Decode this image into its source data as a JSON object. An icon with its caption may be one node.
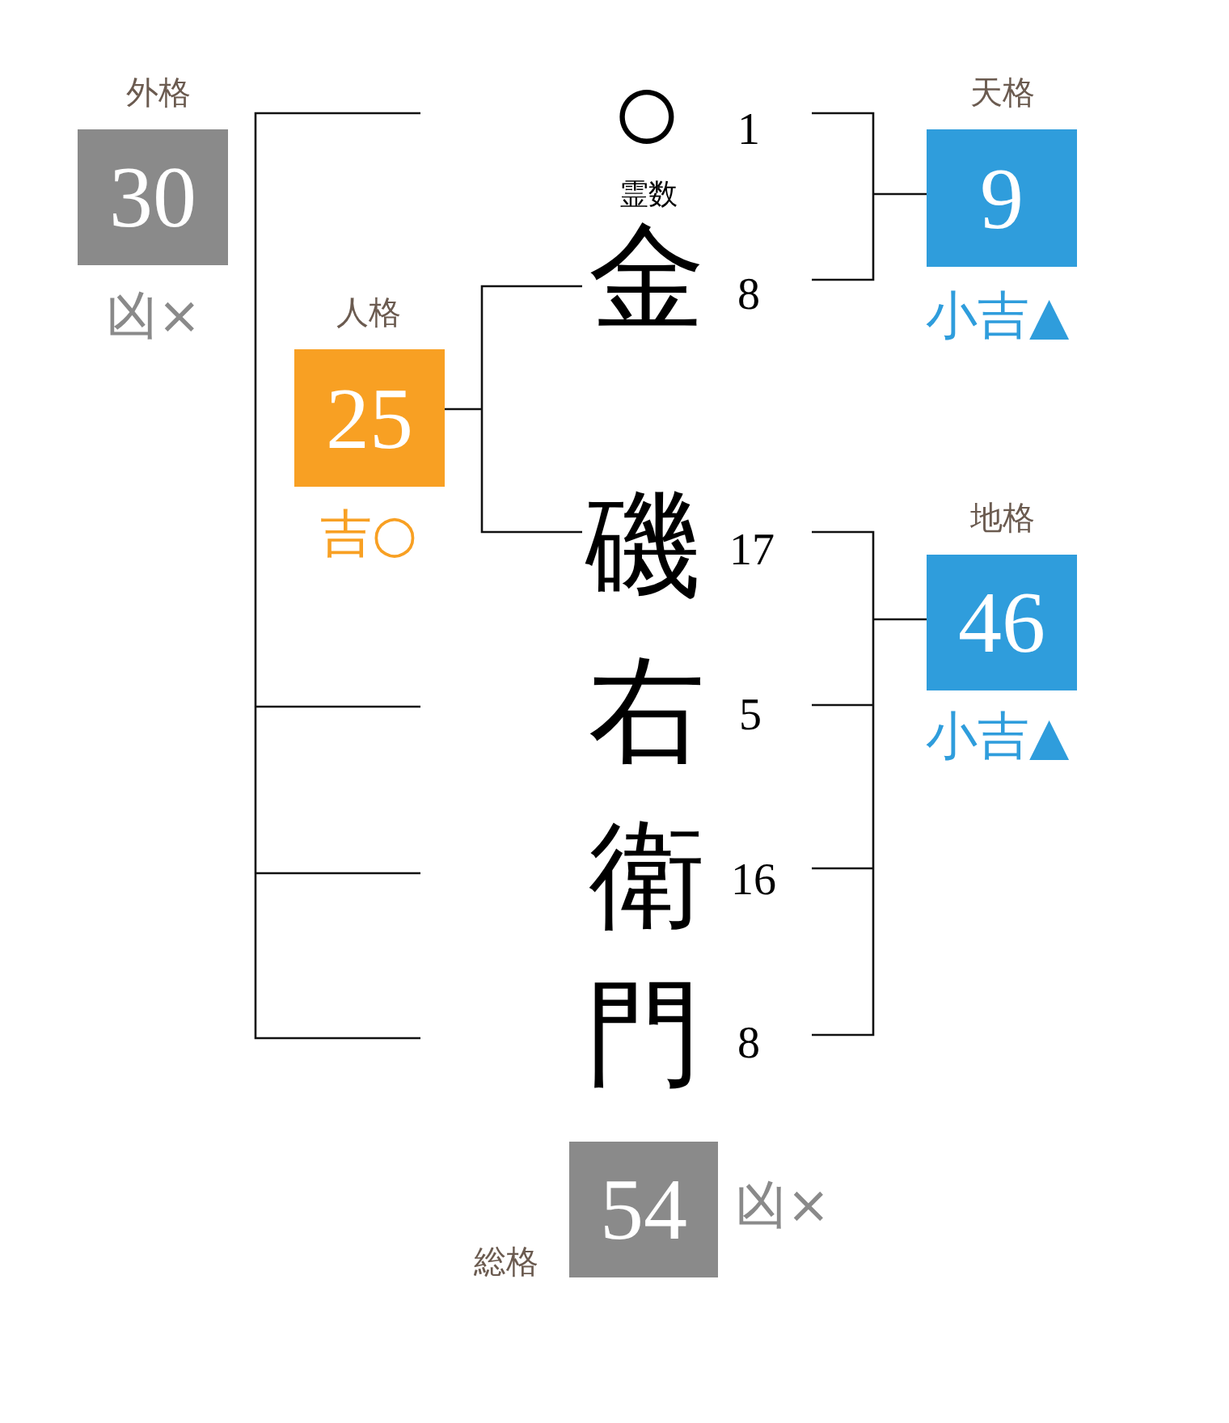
{
  "diagram": {
    "nodes": [
      {
        "text": [
          "外格",
          "30"
        ],
        "beside": [
          "凶×"
        ]
      },
      {
        "text": [
          "天格",
          "9"
        ],
        "beside": [
          "小吉▲"
        ]
      },
      {
        "text": [
          "人格",
          "25"
        ],
        "beside": [
          "吉○"
        ]
      },
      {
        "text": [
          "地格",
          "46"
        ],
        "beside": [
          "小吉▲"
        ]
      },
      {
        "text": [
          "総格",
          "54"
        ],
        "beside": [
          "凶×"
        ]
      }
    ],
    "labels": [
      "○",
      "1",
      "霊数",
      "金",
      "8",
      "磯",
      "17",
      "右",
      "5",
      "衛",
      "16",
      "門",
      "8"
    ]
  }
}
